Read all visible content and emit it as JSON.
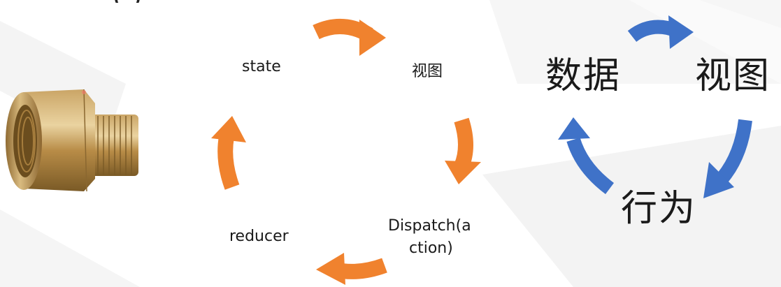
{
  "top_fragment": "( )",
  "left_cycle": {
    "state_label": "state",
    "view_label": "视图",
    "dispatch_label_line1": "Dispatch(a",
    "dispatch_label_line2": "ction)",
    "reducer_label": "reducer",
    "arrow_color": "#F0822E"
  },
  "right_cycle": {
    "data_label": "数据",
    "view_label": "视图",
    "behavior_label": "行为",
    "arrow_color": "#3F72C8"
  },
  "image": {
    "icon": "brass-pipe-fitting-photo"
  }
}
